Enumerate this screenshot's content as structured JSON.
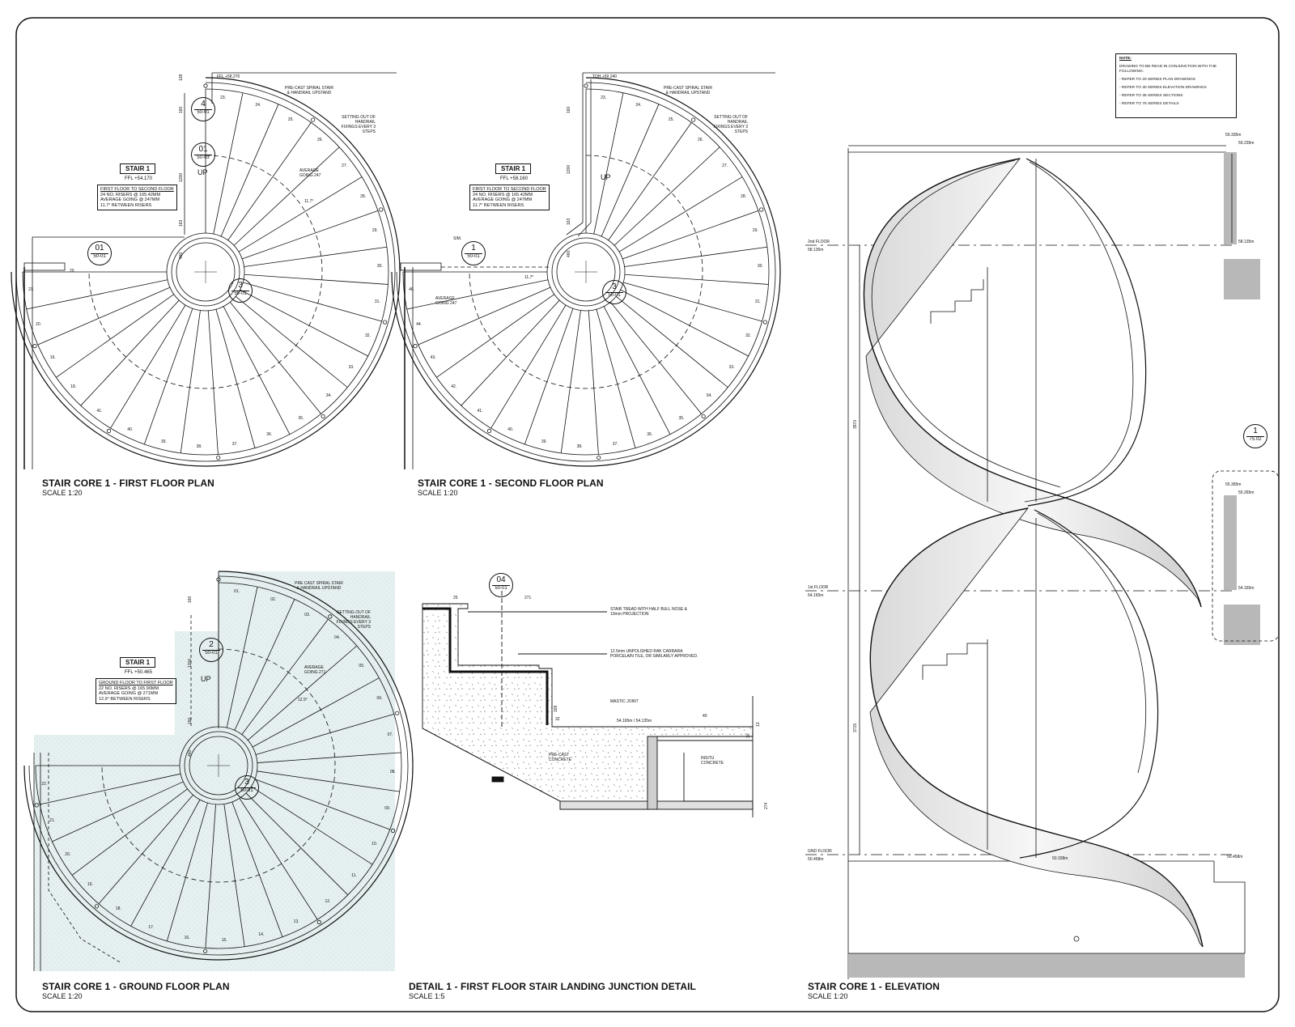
{
  "sheet": {
    "panels": [
      {
        "id": "first",
        "title": "STAIR CORE 1 - FIRST FLOOR PLAN",
        "scale": "SCALE 1:20"
      },
      {
        "id": "second",
        "title": "STAIR CORE 1 - SECOND FLOOR PLAN",
        "scale": "SCALE 1:20"
      },
      {
        "id": "ground",
        "title": "STAIR CORE 1 - GROUND FLOOR PLAN",
        "scale": "SCALE 1:20"
      },
      {
        "id": "detail",
        "title": "DETAIL 1 -  FIRST FLOOR STAIR LANDING JUNCTION DETAIL",
        "scale": "SCALE 1:5"
      },
      {
        "id": "elevation",
        "title": "STAIR CORE 1 - ELEVATION",
        "scale": "SCALE 1:20"
      }
    ]
  },
  "note": {
    "title": "NOTE:",
    "intro": "DRAWING TO BE READ IN CONJUNCTION WITH THE FOLLOWING:",
    "items": [
      "- REFER TO 20 SERIES PLAN DRAWINGS",
      "- REFER TO 30 SERIES ELEVATION DRAWINGS",
      "- REFER TO 35 SERIES SECTIONS",
      "- REFER TO 75 SERIES DETAILS"
    ]
  },
  "first_plan": {
    "stair_title": "STAIR 1",
    "ffl": "FFL +54.170",
    "info": [
      "FIRST FLOOR TO SECOND FLOOR",
      "24 NO. RISERS @ 165.42MM",
      "AVERAGE GOING @ 247MM",
      "11.7° BETWEEN RISERS"
    ],
    "top_level": "FFL +58.270",
    "precast_note": "PRE-CAST SPIRAL STAIR & HANDRAIL UPSTAND",
    "handrail_note": "SETTING OUT OF HANDRAIL FIXINGS EVERY 3 STEPS",
    "going_note": "AVERAGE GOING 247",
    "angle": "11.7°",
    "up": "UP",
    "tags": [
      {
        "n": "4",
        "r": "50-01"
      },
      {
        "n": "01",
        "r": "50-03"
      },
      {
        "n": "01",
        "r": "50-01"
      },
      {
        "n": "3",
        "r": "50-01"
      }
    ],
    "steps": [
      "23.",
      "24.",
      "25.",
      "26.",
      "27.",
      "28.",
      "29.",
      "30.",
      "31.",
      "32.",
      "33.",
      "34.",
      "35.",
      "36.",
      "37.",
      "38.",
      "39.",
      "40.",
      "41.",
      "18.",
      "19.",
      "20.",
      "21."
    ],
    "dims": [
      "128",
      "160",
      "1200",
      "163",
      "460",
      "20"
    ]
  },
  "second_plan": {
    "stair_title": "STAIR 1",
    "ffl": "FFL +58.160",
    "info": [
      "FIRST FLOOR TO SECOND FLOOR",
      "24 NO. RISERS @ 165.42MM",
      "AVERAGE GOING @ 247MM",
      "11.7° BETWEEN RISERS"
    ],
    "top_level": "TOH +59.240",
    "precast_note": "PRE-CAST SPIRAL STAIR & HANDRAIL UPSTAND",
    "handrail_note": "SETTING OUT OF HANDRAIL FIXINGS EVERY 3 STEPS",
    "going_note": "AVERAGE GOING 247",
    "angle": "11.7°",
    "up": "UP",
    "sim": "SIM.",
    "tags": [
      {
        "n": "1",
        "r": "50-01"
      },
      {
        "n": "3",
        "r": "50-01"
      }
    ],
    "steps": [
      "23.",
      "24.",
      "25.",
      "26.",
      "27.",
      "28.",
      "29.",
      "30.",
      "31.",
      "32.",
      "33.",
      "34.",
      "35.",
      "36.",
      "37.",
      "38.",
      "39.",
      "40.",
      "41.",
      "42.",
      "43.",
      "44.",
      "46."
    ],
    "dims": [
      "160",
      "1200",
      "163",
      "460"
    ]
  },
  "ground_plan": {
    "stair_title": "STAIR 1",
    "ffl": "FFL +50.465",
    "info": [
      "GROUND FLOOR TO FIRST FLOOR",
      "22 NO. RISERS @ 165.90MM",
      "AVERAGE GOING @ 271MM",
      "12.9° BETWEEN RISERS"
    ],
    "precast_note": "PRE CAST SPIRAL STAIR & HANDRAIL UPSTAND",
    "handrail_note": "SETTING OUT OF HANDRAIL FIXINGS EVERY 3 STEPS",
    "going_note": "AVERAGE GOING 271",
    "angle": "12.9°",
    "up": "UP",
    "tags": [
      {
        "n": "2",
        "r": "50-01"
      },
      {
        "n": "3",
        "r": "50-01"
      }
    ],
    "steps": [
      "01.",
      "02.",
      "03.",
      "04.",
      "05.",
      "06.",
      "07.",
      "08.",
      "09.",
      "10.",
      "11.",
      "12.",
      "13.",
      "14.",
      "15.",
      "16.",
      "17.",
      "18.",
      "19.",
      "20.",
      "21.",
      "22."
    ],
    "dims": [
      "160",
      "1200",
      "160",
      "460"
    ]
  },
  "detail": {
    "tag": {
      "n": "04",
      "r": "50-01"
    },
    "notes": [
      "STAIR TREAD WITH HALF BULL NOSE & 10mm PROJECTION",
      "12.5mm UNPOLISHED RAK CARRARA PORCELAIN TILE, OR SIMILARLY APPROVED.",
      "MASTIC JOINT"
    ],
    "labels": [
      "PRE-CAST CONCRETE",
      "INSITU CONCRETE"
    ],
    "level_text": "54.165m / 54.135m",
    "dims": [
      "25",
      "271",
      "169",
      "32",
      "40",
      "10",
      "13",
      "274"
    ]
  },
  "elevation": {
    "levels": [
      {
        "name": "2nd FLOOR",
        "value": "58.135m"
      },
      {
        "name": "1st FLOOR",
        "value": "54.165m"
      },
      {
        "name": "GND FLOOR",
        "value": "50.458m"
      }
    ],
    "right_levels": [
      "59.335m",
      "59.235m",
      "58.135m",
      "55.365m",
      "55.265m",
      "54.165m",
      "50.458m"
    ],
    "mid_level": "50.338m",
    "dims": [
      "3970",
      "3715"
    ],
    "section_tag": {
      "n": "1",
      "r": "75.02"
    }
  },
  "colors": {
    "line": "#111111",
    "hatch": "#e4efef",
    "grey": "#b3b3b3"
  }
}
